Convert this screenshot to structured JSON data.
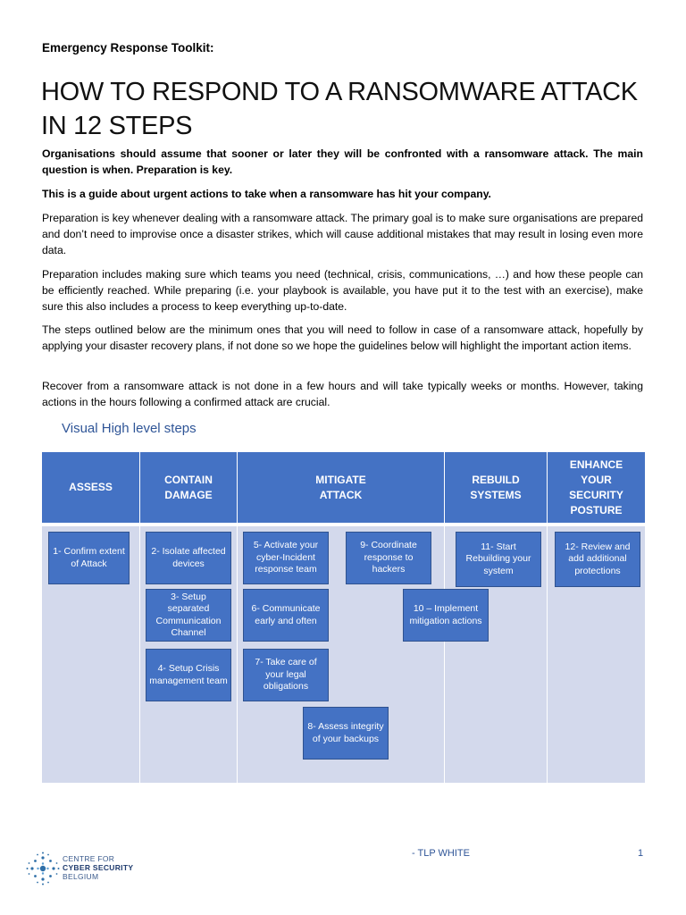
{
  "doc": {
    "kicker": "Emergency Response Toolkit:",
    "title": "HOW TO RESPOND TO A RANSOMWARE ATTACK IN 12 STEPS",
    "intro_bold_1": "Organisations should assume that sooner or later they will be confronted  with a ransomware attack. The main question is when. Preparation is key.",
    "intro_bold_2": "This is a guide about urgent actions to take when a ransomware has hit your company.",
    "para_1": "Preparation is key whenever dealing with a ransomware attack. The primary goal is to make sure organisations are prepared and don’t need to improvise once a disaster strikes, which will cause additional mistakes that may result in losing even more data.",
    "para_2": "Preparation includes making sure which teams you need (technical, crisis, communications,  …) and how these people can be efficiently reached. While preparing  (i.e. your playbook is available,  you  have put it to the test with an exercise), make sure this also includes a process to keep everything  up-to-date.",
    "para_3": "The steps outlined below are the minimum  ones that you will need to follow in case of a ransomware attack, hopefully by applying your disaster recovery plans,  if not done so we hope the guidelines below will highlight the important action items.",
    "para_4": "Recover from a ransomware attack is not done in a few hours and will take typically weeks or months. However, taking actions in the hours following a confirmed attack are crucial.",
    "section_label": "Visual High level steps"
  },
  "diagram": {
    "columns": [
      {
        "label": "ASSESS"
      },
      {
        "label": "CONTAIN\nDAMAGE"
      },
      {
        "label": "MITIGATE\nATTACK"
      },
      {
        "label": "REBUILD\nSYSTEMS"
      },
      {
        "label": "ENHANCE\nYOUR\nSECURITY\nPOSTURE"
      }
    ],
    "steps": [
      {
        "label": "1- Confirm extent of Attack"
      },
      {
        "label": "2- Isolate affected devices"
      },
      {
        "label": "3- Setup separated Communication Channel"
      },
      {
        "label": "4- Setup Crisis management team"
      },
      {
        "label": "5- Activate your cyber-Incident response team"
      },
      {
        "label": "6- Communicate early and often"
      },
      {
        "label": "7- Take care of your legal obligations"
      },
      {
        "label": "8- Assess integrity of your backups"
      },
      {
        "label": "9- Coordinate response to hackers"
      },
      {
        "label": "10 – Implement mitigation actions"
      },
      {
        "label": "11- Start Rebuilding your system"
      },
      {
        "label": "12- Review and add additional protections"
      }
    ]
  },
  "footer": {
    "tlp": "- TLP WHITE",
    "page_number": "1",
    "logo_line_1": "CENTRE FOR",
    "logo_line_2": "CYBER SECURITY",
    "logo_line_3": "BELGIUM"
  },
  "colors": {
    "accent": "#4472c4",
    "panel": "#d3d9ec",
    "label_blue": "#2f5597"
  }
}
